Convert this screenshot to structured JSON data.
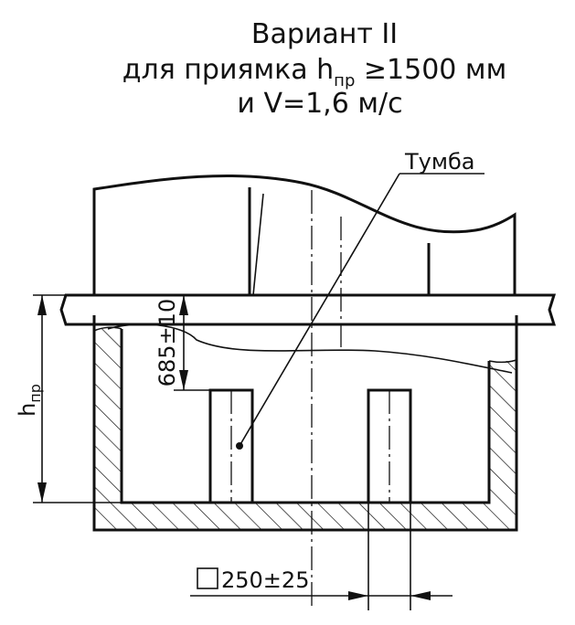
{
  "title": {
    "line1": "Вариант II",
    "line2_prefix": "для  приямка h",
    "line2_sub": "пр",
    "line2_suffix": " ≥1500 мм",
    "line3": "и V=1,6 м/с"
  },
  "labels": {
    "pedestal": "Тумба",
    "dim_685": "685±10",
    "h_main": "h",
    "h_sub": "пр",
    "square_symbol": "□",
    "dim_250": "250±25"
  }
}
